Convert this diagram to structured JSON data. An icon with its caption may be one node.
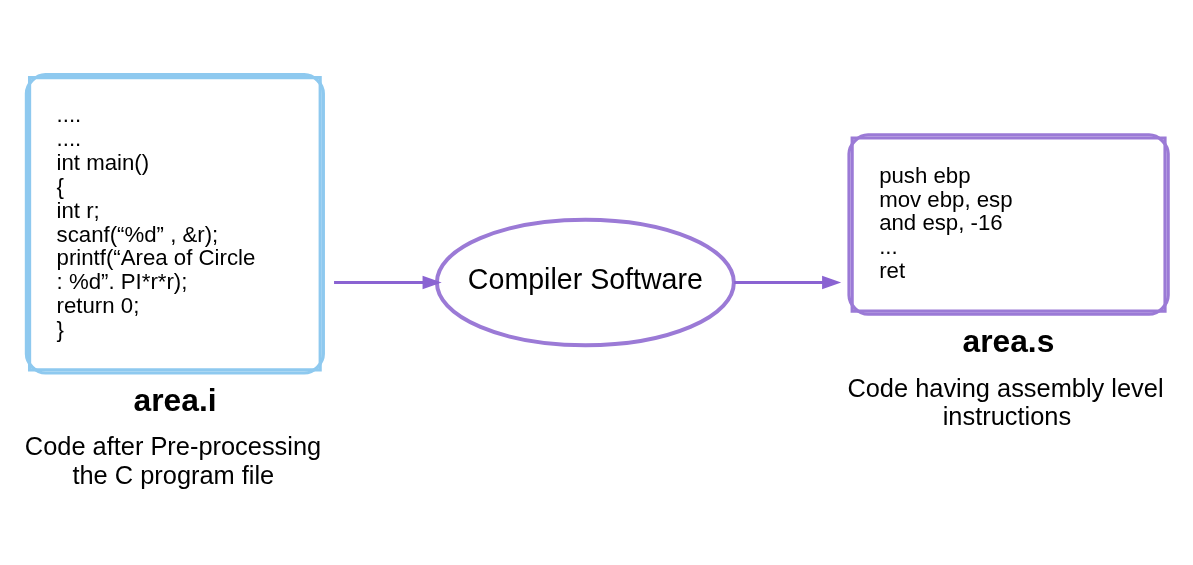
{
  "diagram": {
    "nodes": [
      {
        "text": [
          "....",
          "....",
          "int main()",
          "{",
          "int r;",
          "scanf(“%d” , &r);",
          "printf(“Area of Circle : %d”. PI*r*r);",
          "return 0;",
          "}"
        ],
        "beside": [
          "area.i",
          "Code after Pre-processing the C program file"
        ]
      },
      {
        "text": [
          "Compiler Software"
        ]
      },
      {
        "text": [
          "push ebp",
          "mov ebp, esp",
          "and esp, -16",
          "...",
          "ret"
        ],
        "beside": [
          "area.s",
          "Code having assembly level instructions"
        ]
      }
    ],
    "edges": [
      {
        "from": 0,
        "to": 1,
        "arrow": "to",
        "color": "#8a63d2"
      },
      {
        "from": 1,
        "to": 2,
        "arrow": "to",
        "color": "#8a63d2"
      }
    ]
  }
}
